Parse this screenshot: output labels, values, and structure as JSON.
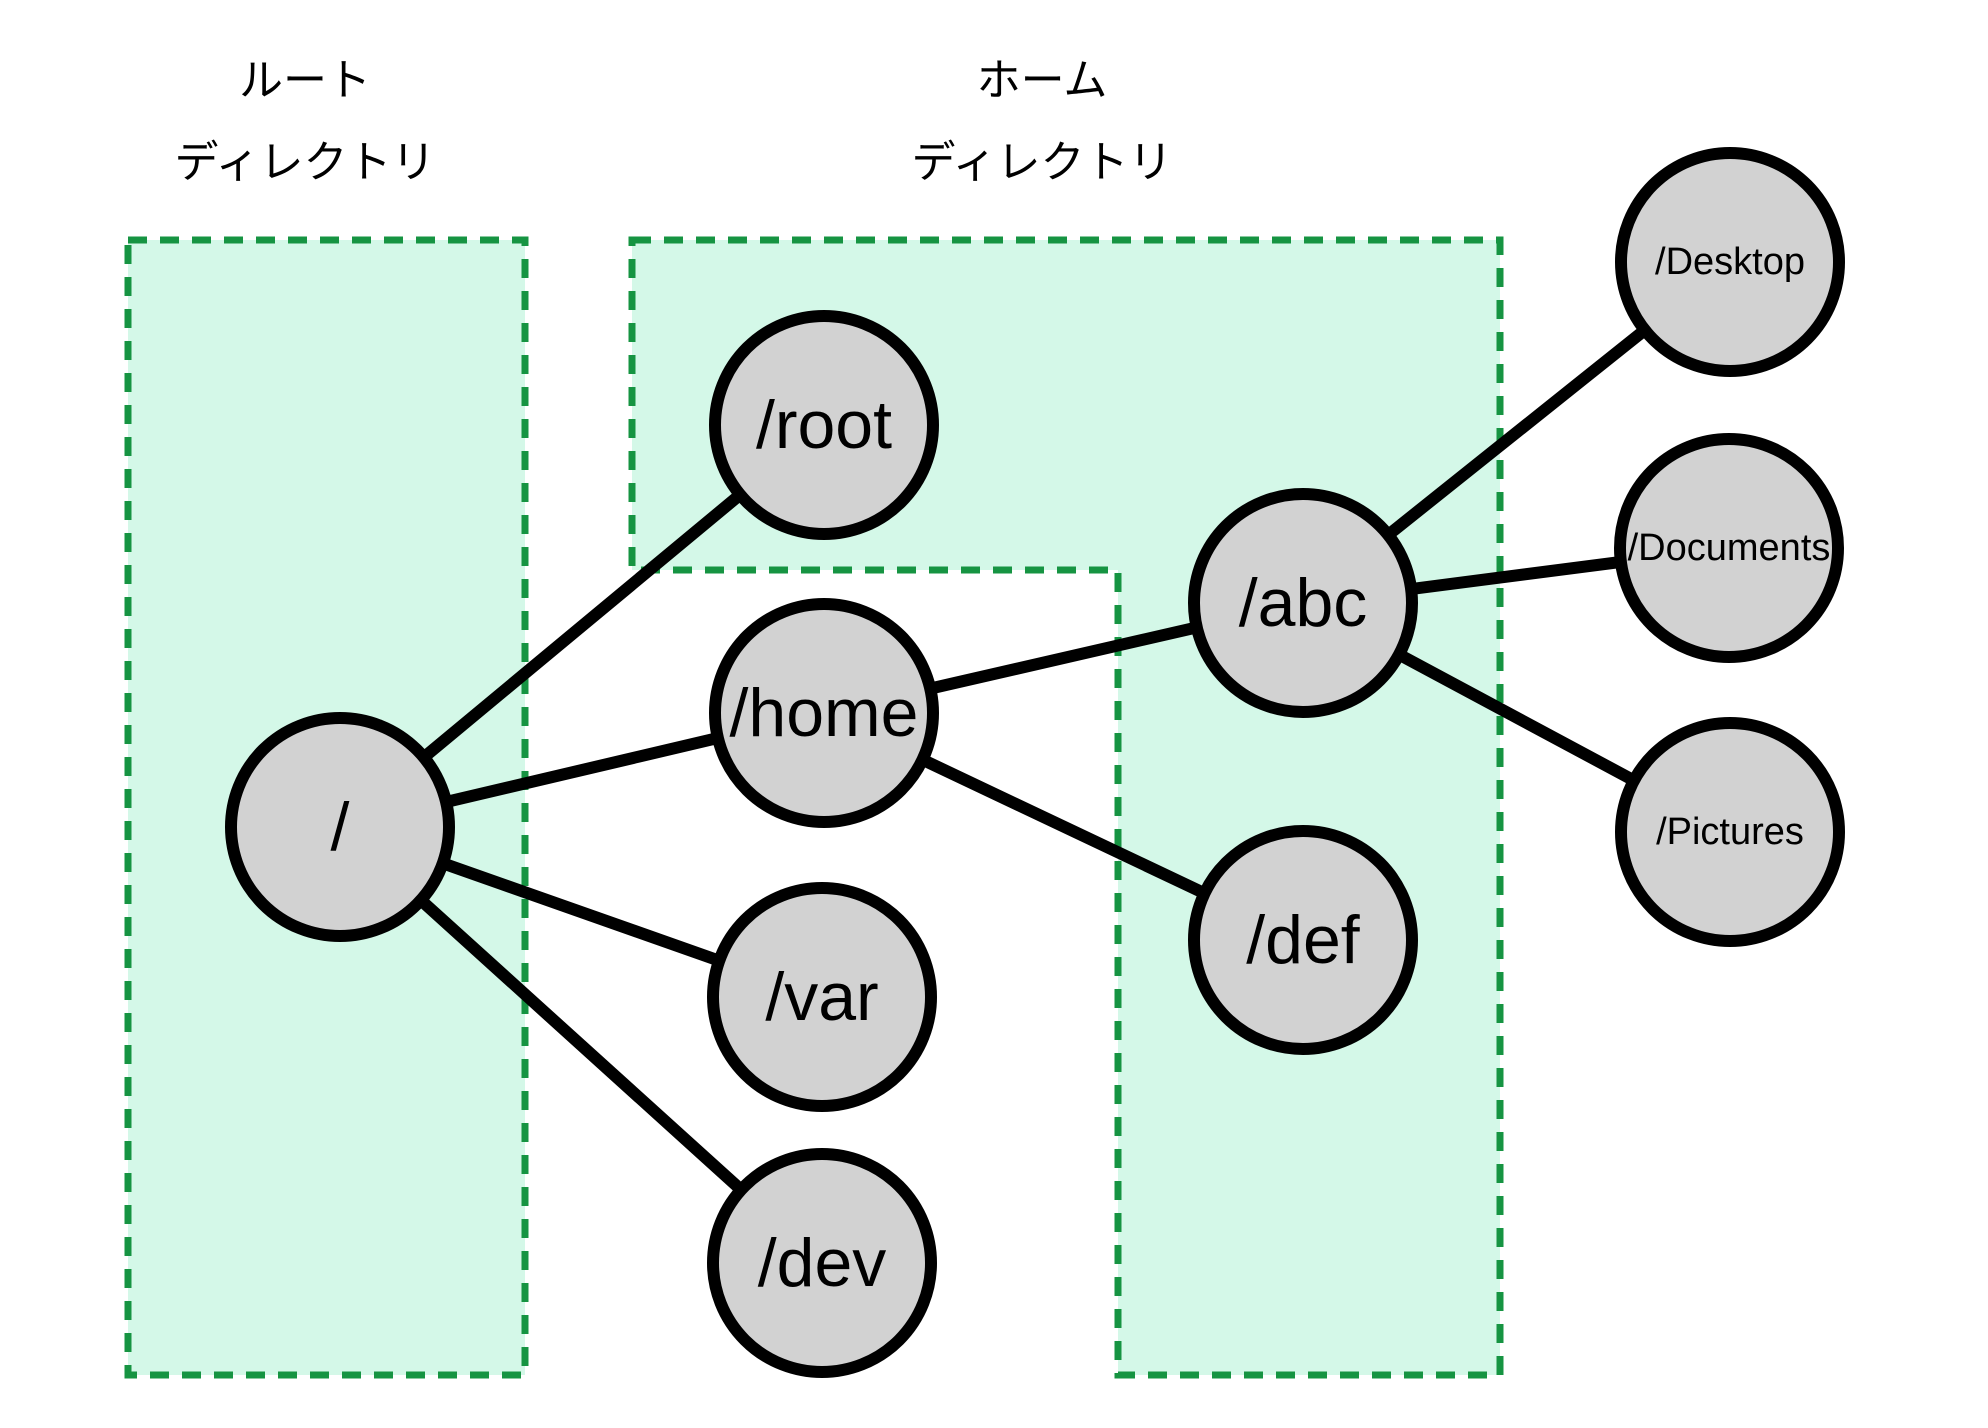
{
  "diagram": {
    "title": "Linux filesystem directory tree",
    "headers": [
      {
        "id": "root-directory",
        "line1": "ルート",
        "line2": "ディレクトリ"
      },
      {
        "id": "home-directory",
        "line1": "ホーム",
        "line2": "ディレクトリ"
      }
    ],
    "nodes": [
      {
        "id": "slash",
        "label": "/"
      },
      {
        "id": "root",
        "label": "/root"
      },
      {
        "id": "home",
        "label": "/home"
      },
      {
        "id": "var",
        "label": "/var"
      },
      {
        "id": "dev",
        "label": "/dev"
      },
      {
        "id": "abc",
        "label": "/abc"
      },
      {
        "id": "def",
        "label": "/def"
      },
      {
        "id": "desktop",
        "label": "/Desktop"
      },
      {
        "id": "documents",
        "label": "/Documents"
      },
      {
        "id": "pictures",
        "label": "/Pictures"
      }
    ],
    "edges": [
      {
        "from": "/",
        "to": "/root"
      },
      {
        "from": "/",
        "to": "/home"
      },
      {
        "from": "/",
        "to": "/var"
      },
      {
        "from": "/",
        "to": "/dev"
      },
      {
        "from": "/home",
        "to": "/abc"
      },
      {
        "from": "/home",
        "to": "/def"
      },
      {
        "from": "/abc",
        "to": "/Desktop"
      },
      {
        "from": "/abc",
        "to": "/Documents"
      },
      {
        "from": "/abc",
        "to": "/Pictures"
      }
    ],
    "colors": {
      "background": "#ffffff",
      "region_fill": "#d4f8e8",
      "region_border": "#169442",
      "node_fill": "#d2d2d2",
      "node_border": "#000000",
      "edge": "#000000",
      "text": "#000000"
    }
  }
}
